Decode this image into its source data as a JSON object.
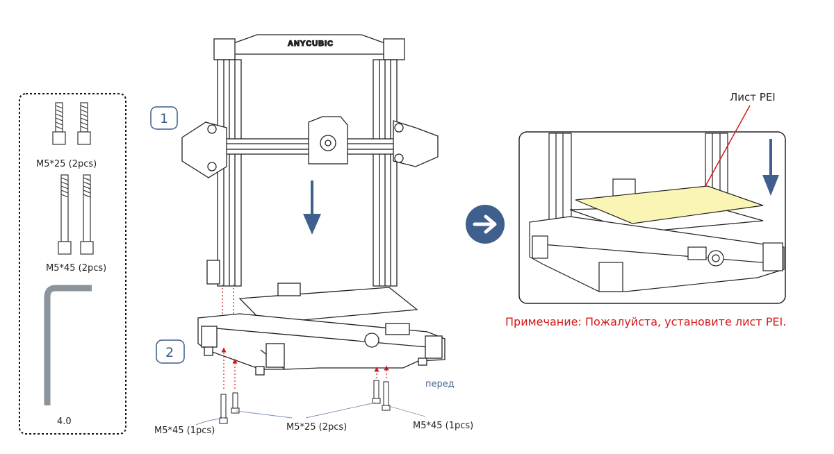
{
  "brand": "ANYCUBIC",
  "step_1": "1",
  "step_2": "2",
  "front_label": "перед",
  "parts": {
    "screw_m5x25": "M5*25 (2pcs)",
    "screw_m5x45": "M5*45 (2pcs)",
    "hex_key": "4.0"
  },
  "callouts": {
    "left_m5x45": "M5*45 (1pcs)",
    "middle_m5x25": "M5*25 (2pcs)",
    "right_m5x45": "M5*45 (1pcs)"
  },
  "detail": {
    "pei_label": "Лист PEI",
    "note": "Примечание: Пожалуйста, установите лист PEI."
  },
  "colors": {
    "arrow_blue": "#3f5f8c",
    "note_red": "#d31818",
    "pei_sheet": "#fbf5b5"
  }
}
